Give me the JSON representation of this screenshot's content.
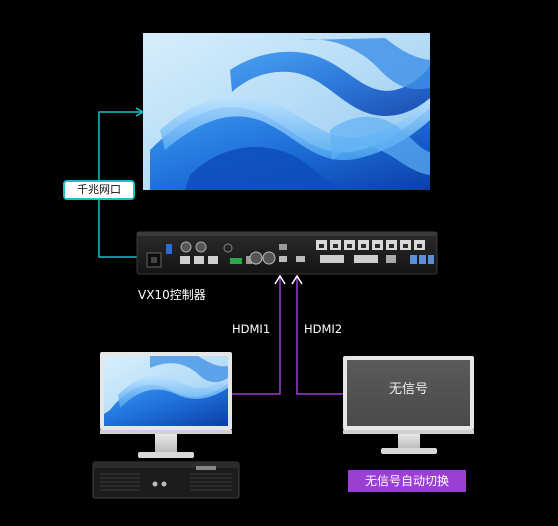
{
  "labels": {
    "gigabit_port": "千兆网口",
    "controller": "VX10控制器",
    "hdmi1": "HDMI1",
    "hdmi2": "HDMI2",
    "no_signal": "无信号",
    "auto_switch": "无信号自动切换"
  },
  "colors": {
    "background": "#000000",
    "cable_teal": "#19c2c9",
    "signal_purple": "#9b3fd4",
    "screen_blue": "#1f6fd9"
  },
  "icons": {
    "led_screen": "led-screen-icon",
    "controller": "controller-device-icon",
    "monitor_source": "monitor-icon",
    "monitor_nosignal": "monitor-icon",
    "media_player": "media-player-icon"
  }
}
